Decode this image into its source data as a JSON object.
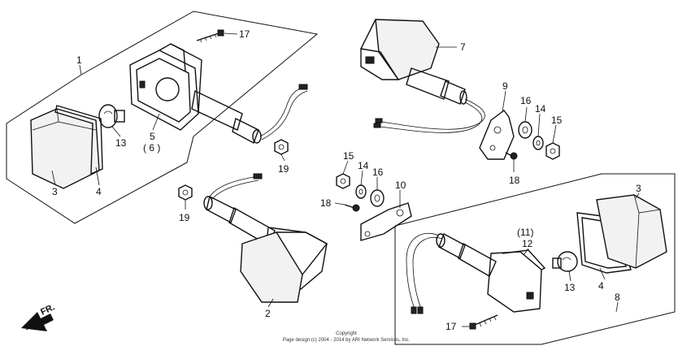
{
  "labels": {
    "l1": "1",
    "l2": "2",
    "l3a": "3",
    "l3b": "3",
    "l4a": "4",
    "l4b": "4",
    "l5": "5",
    "l6": "( 6 )",
    "l7": "7",
    "l8": "8",
    "l9": "9",
    "l10": "10",
    "l11": "(11)",
    "l12": "12",
    "l13a": "13",
    "l13b": "13",
    "l14a": "14",
    "l14b": "14",
    "l15a": "15",
    "l15b": "15",
    "l16a": "16",
    "l16b": "16",
    "l17a": "17",
    "l17b": "17",
    "l18a": "18",
    "l18b": "18",
    "l19a": "19",
    "l19b": "19"
  },
  "direction_label": "FR.",
  "footer": {
    "line1": "Copyright",
    "line2": "Page design (c) 2004 - 2014 by ARI Network Services, Inc."
  }
}
